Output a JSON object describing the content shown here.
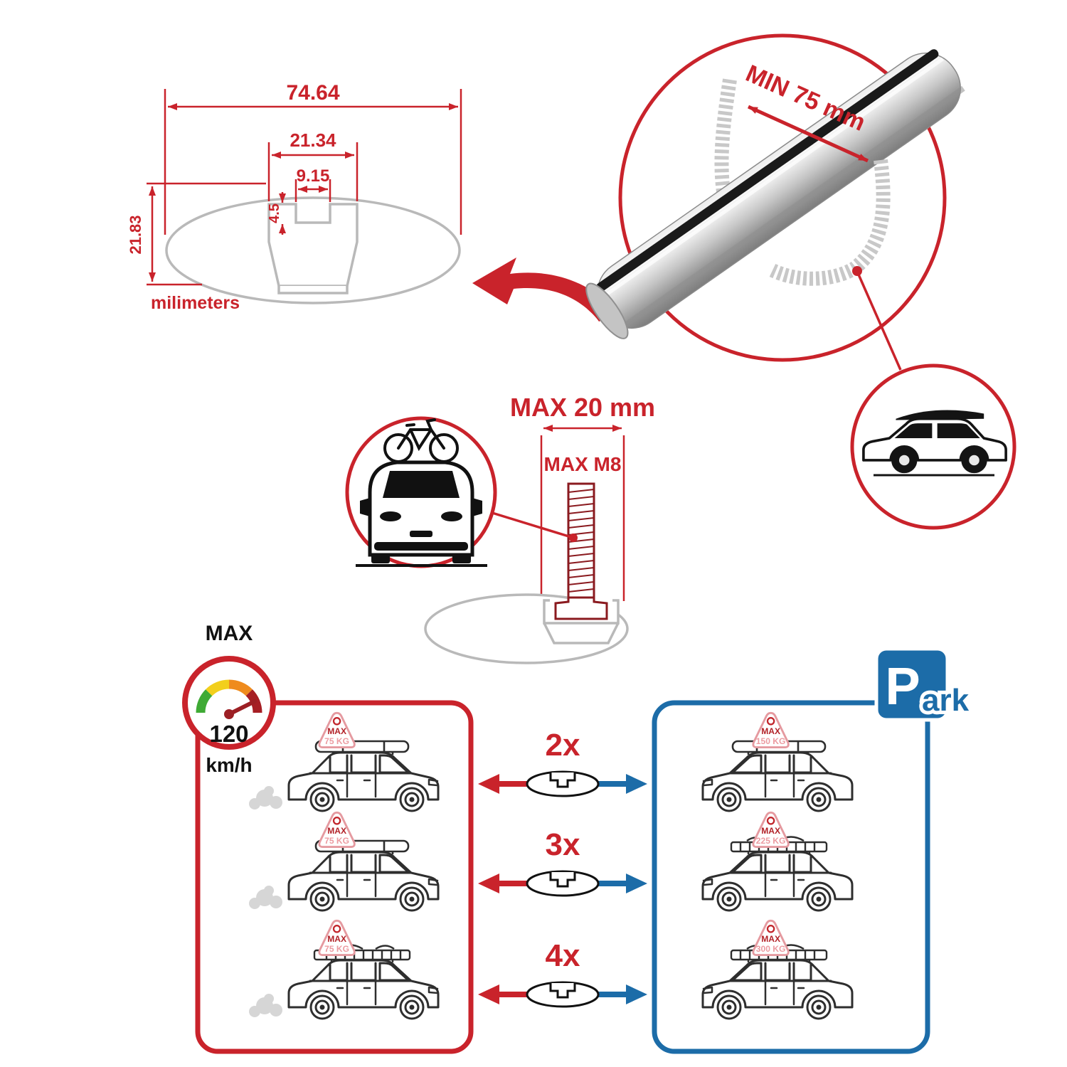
{
  "colors": {
    "accent_red": "#c9232b",
    "accent_blue": "#1c6ca8",
    "profile_grey": "#b9b9b9",
    "gauge_green": "#3faa35",
    "gauge_yellow": "#f2cf1c",
    "gauge_orange": "#ef8b1d",
    "gauge_dark_red": "#a61e24"
  },
  "tech_drawing": {
    "width_total": "74.64",
    "slot_outer_width": "21.34",
    "slot_inner_width": "9.15",
    "lip_height": "4.5",
    "profile_height": "21.83",
    "units_label": "milimeters"
  },
  "bar_detail": {
    "min_clamp_label": "MIN 75 mm"
  },
  "bolt_detail": {
    "max_width_label": "MAX 20 mm",
    "max_thread_label": "MAX M8"
  },
  "speed_gauge": {
    "title": "MAX",
    "value": "120",
    "unit": "km/h"
  },
  "park_sign": {
    "p": "P",
    "ark": "ark"
  },
  "multipliers": [
    "2x",
    "3x",
    "4x"
  ],
  "driving_cars": [
    {
      "sign_max": "MAX",
      "sign_load": "75 KG"
    },
    {
      "sign_max": "MAX",
      "sign_load": "75 KG"
    },
    {
      "sign_max": "MAX",
      "sign_load": "75 KG"
    }
  ],
  "parked_cars": [
    {
      "sign_max": "MAX",
      "sign_load": "150 KG"
    },
    {
      "sign_max": "MAX",
      "sign_load": "225 KG"
    },
    {
      "sign_max": "MAX",
      "sign_load": "300 KG"
    }
  ]
}
